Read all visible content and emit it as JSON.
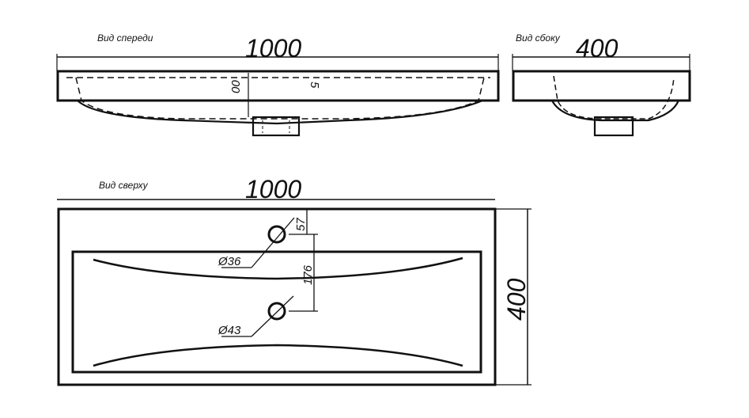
{
  "front_view": {
    "label": "Вид спереди",
    "width": "1000",
    "height_dim": "00",
    "thickness_dim": "5"
  },
  "side_view": {
    "label": "Вид сбоку",
    "depth": "400"
  },
  "top_view": {
    "label": "Вид сверху",
    "width": "1000",
    "depth": "400",
    "hole_offset": "57",
    "hole_spacing": "176",
    "hole_1_diameter": "Ø36",
    "hole_2_diameter": "Ø43"
  }
}
